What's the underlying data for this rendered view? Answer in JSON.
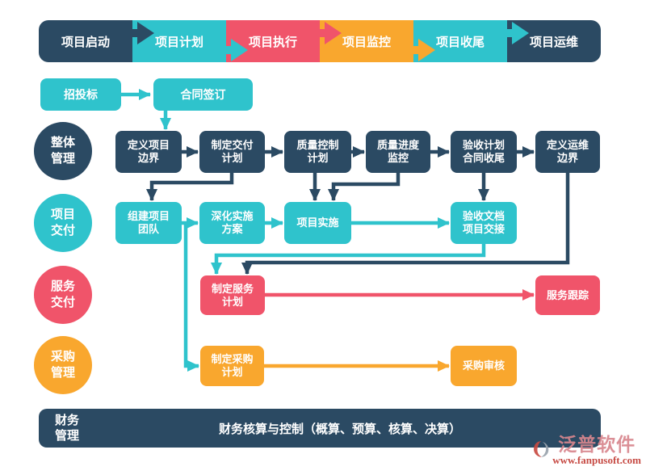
{
  "palette": {
    "navy": "#2b4a63",
    "teal": "#2fc3cc",
    "red": "#f0546a",
    "orange": "#f9a72e",
    "background": "#ffffff",
    "text_on_color": "#ffffff",
    "logo_pink": "#d8868e",
    "logo_url_red": "#c23b34"
  },
  "banner": {
    "phases": [
      {
        "label": "项目启动",
        "color": "#2b4a63"
      },
      {
        "label": "项目计划",
        "color": "#2fc3cc"
      },
      {
        "label": "项目执行",
        "color": "#f0546a"
      },
      {
        "label": "项目监控",
        "color": "#f9a72e"
      },
      {
        "label": "项目收尾",
        "color": "#2fc3cc"
      },
      {
        "label": "项目运维",
        "color": "#2b4a63"
      }
    ]
  },
  "boxes": {
    "bid": {
      "l1": "招投标"
    },
    "contract": {
      "l1": "合同签订"
    },
    "define_scope": {
      "l1": "定义项目",
      "l2": "边界"
    },
    "delivery_plan": {
      "l1": "制定交付",
      "l2": "计划"
    },
    "quality_control": {
      "l1": "质量控制",
      "l2": "计划"
    },
    "quality_progress": {
      "l1": "质量进度",
      "l2": "监控"
    },
    "acceptance_plan": {
      "l1": "验收计划",
      "l2": "合同收尾"
    },
    "define_operations": {
      "l1": "定义运维",
      "l2": "边界"
    },
    "build_team": {
      "l1": "组建项目",
      "l2": "团队"
    },
    "refine_plan": {
      "l1": "深化实施",
      "l2": "方案"
    },
    "implementation": {
      "l1": "项目实施"
    },
    "handover": {
      "l1": "验收文档",
      "l2": "项目交接"
    },
    "service_plan": {
      "l1": "制定服务",
      "l2": "计划"
    },
    "service_tracking": {
      "l1": "服务跟踪"
    },
    "procurement_plan": {
      "l1": "制定采购",
      "l2": "计划"
    },
    "procurement_review": {
      "l1": "采购审核"
    }
  },
  "lanes": {
    "overall": {
      "l1": "整体",
      "l2": "管理",
      "color": "#2b4a63"
    },
    "delivery": {
      "l1": "项目",
      "l2": "交付",
      "color": "#2fc3cc"
    },
    "service": {
      "l1": "服务",
      "l2": "交付",
      "color": "#f0546a"
    },
    "procurement": {
      "l1": "采购",
      "l2": "管理",
      "color": "#f9a72e"
    },
    "finance": {
      "l1": "财务",
      "l2": "管理",
      "color": "#2b4a63"
    }
  },
  "finance_bar": {
    "text": "财务核算与控制（概算、预算、核算、决算）"
  },
  "logo": {
    "name": "泛普软件",
    "url": "www.fanpusoft.com"
  }
}
